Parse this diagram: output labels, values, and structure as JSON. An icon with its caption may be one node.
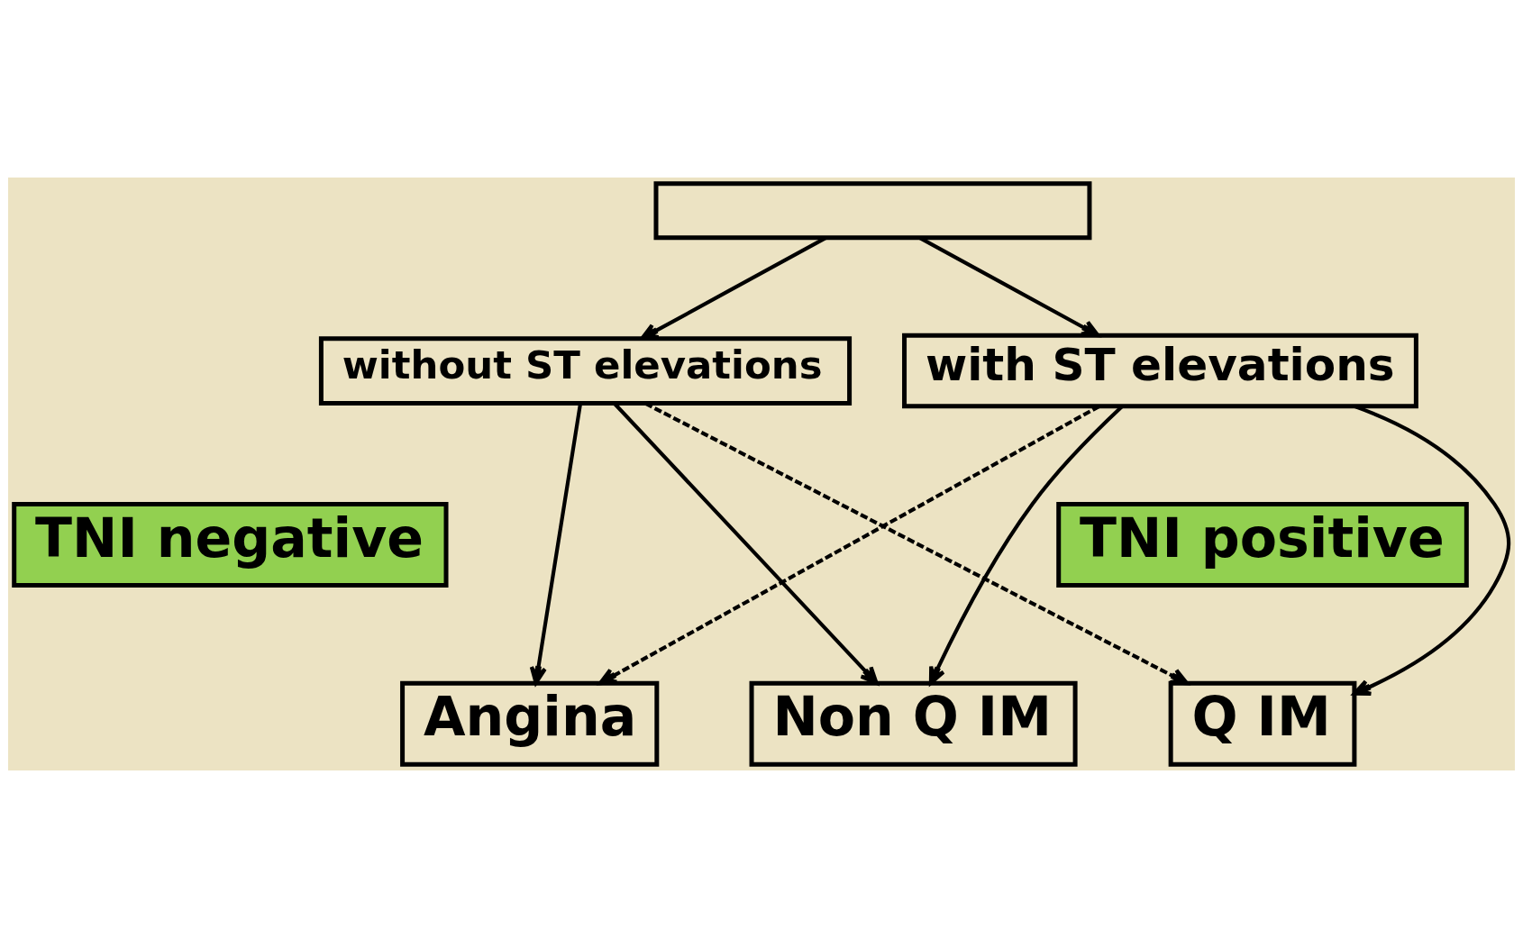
{
  "diagram": {
    "nodes": [
      {
        "text": [],
        "shape": "box"
      },
      {
        "text": [
          "without ST elevations"
        ]
      },
      {
        "text": [
          "with ST elevations"
        ]
      },
      {
        "text": [
          "TNI negative"
        ]
      },
      {
        "text": [
          "TNI positive"
        ]
      },
      {
        "text": [
          "Angina"
        ]
      },
      {
        "text": [
          "Non Q IM"
        ]
      },
      {
        "text": [
          "Q IM"
        ]
      }
    ],
    "edges": [
      {
        "from": 0,
        "to": 1,
        "arrow": "to"
      },
      {
        "from": 0,
        "to": 2,
        "arrow": "to"
      },
      {
        "from": 1,
        "to": 5,
        "arrow": "to"
      },
      {
        "from": 1,
        "to": 6,
        "arrow": "to"
      },
      {
        "from": 1,
        "to": 7,
        "arrow": "to",
        "style": "dashed"
      },
      {
        "from": 2,
        "to": 5,
        "arrow": "to",
        "style": "dashed"
      },
      {
        "from": 2,
        "to": 6,
        "arrow": "to"
      },
      {
        "from": 2,
        "to": 7,
        "arrow": "to"
      }
    ]
  }
}
